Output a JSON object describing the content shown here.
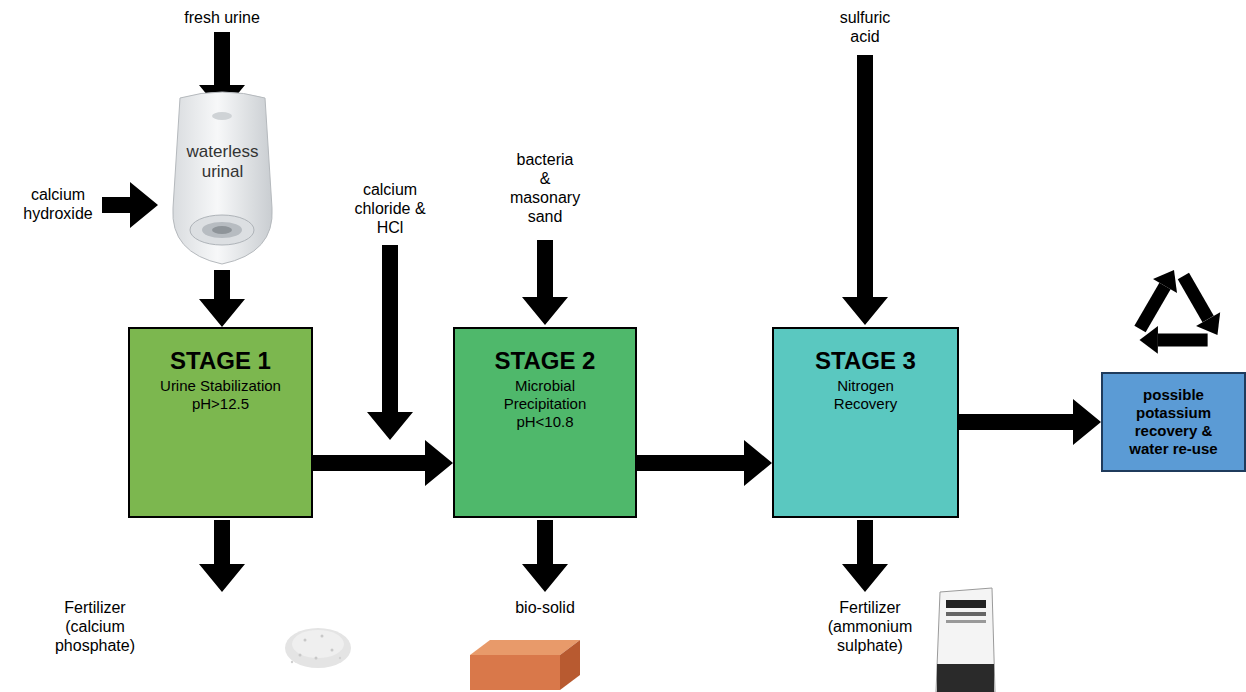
{
  "diagram": {
    "nodes": [
      {
        "text": [
          "waterless urinal"
        ]
      },
      {
        "text": [
          "STAGE 1",
          "Urine Stabilization pH>12.5"
        ]
      },
      {
        "text": [
          "STAGE 2",
          "Microbial Precipitation pH<10.8"
        ]
      },
      {
        "text": [
          "STAGE 3",
          "Nitrogen Recovery"
        ]
      },
      {
        "text": [
          "possible potassium recovery & water re-use"
        ]
      }
    ],
    "edges": [
      {
        "from": 0,
        "to": 1,
        "arrow": "to"
      },
      {
        "from": 1,
        "to": 2,
        "arrow": "to"
      },
      {
        "from": 2,
        "to": 3,
        "arrow": "to"
      },
      {
        "from": 3,
        "to": 4,
        "arrow": "to"
      }
    ],
    "labels": [
      "fresh urine",
      "calcium hydroxide",
      "calcium chloride & HCl",
      "bacteria & masonary sand",
      "sulfuric acid",
      "Fertilizer (calcium phosphate)",
      "bio-solid",
      "Fertilizer (ammonium sulphate)"
    ]
  }
}
